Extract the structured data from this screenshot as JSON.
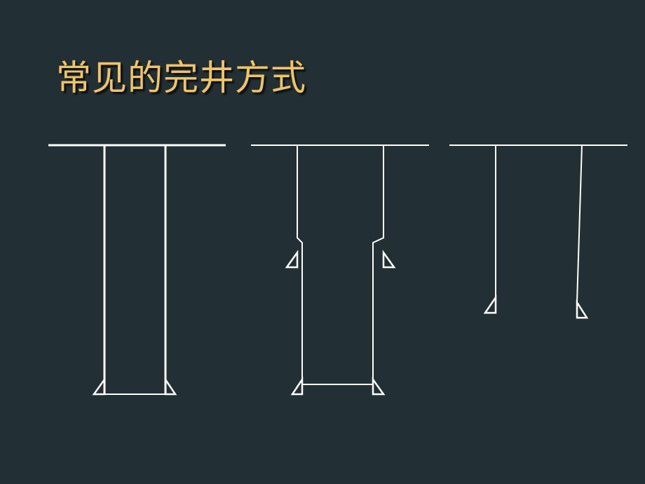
{
  "slide": {
    "title": "常见的完井方式",
    "background_color": "#223035",
    "title_color": "#f0c464",
    "line_color": "#ffffff"
  },
  "diagrams": [
    {
      "id": "well-completion-1",
      "casing": "full-depth",
      "bottom_shoe": true
    },
    {
      "id": "well-completion-2",
      "casing": "stepped",
      "bottom_shoe": true
    },
    {
      "id": "well-completion-3",
      "casing": "open-hole",
      "bottom_shoe": false
    }
  ]
}
